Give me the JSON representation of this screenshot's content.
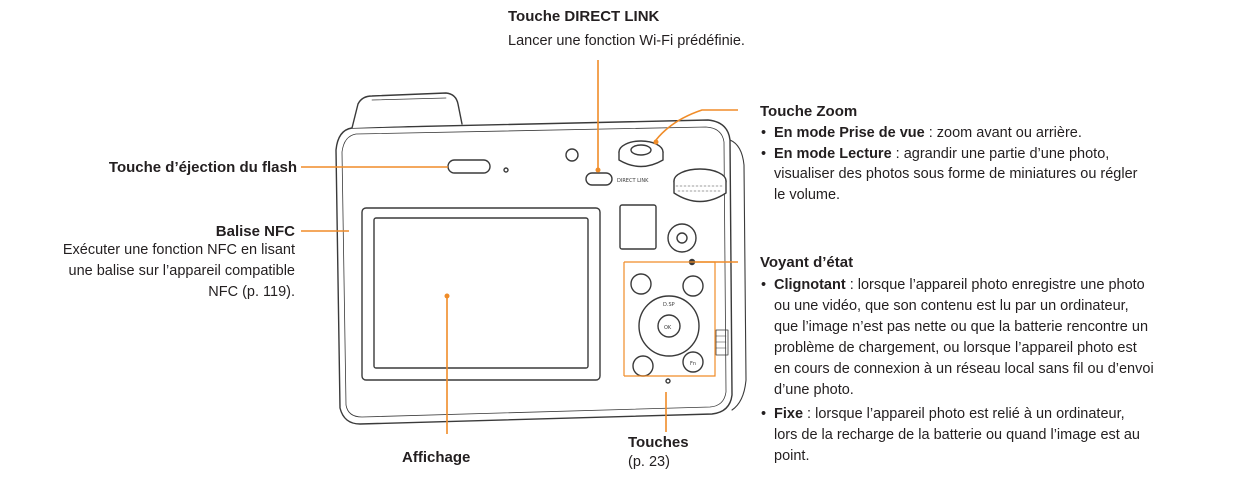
{
  "accent_color": "#f08c28",
  "callouts": {
    "direct_link": {
      "title": "Touche DIRECT LINK",
      "desc": "Lancer une fonction Wi-Fi prédéfinie."
    },
    "flash": {
      "title": "Touche d’éjection du flash"
    },
    "nfc": {
      "title": "Balise NFC",
      "lines": [
        "Exécuter une fonction NFC en lisant",
        "une balise sur l’appareil compatible",
        "NFC (p. 119)."
      ]
    },
    "display": {
      "title": "Affichage"
    },
    "buttons": {
      "title": "Touches",
      "ref": "(p. 23)"
    },
    "zoom": {
      "title": "Touche Zoom",
      "items": [
        {
          "bold": "En mode Prise de vue",
          "lines": [
            " : zoom avant ou arrière."
          ]
        },
        {
          "bold": "En mode Lecture",
          "lines": [
            " : agrandir une partie d’une photo,",
            "visualiser des photos sous forme de miniatures ou régler",
            "le volume."
          ]
        }
      ]
    },
    "status": {
      "title": "Voyant d’état",
      "items": [
        {
          "bold": "Clignotant",
          "lines": [
            " : lorsque l’appareil photo enregistre une photo",
            "ou une vidéo, que son contenu est lu par un ordinateur,",
            "que l’image n’est pas nette ou que la batterie rencontre un",
            "problème de chargement, ou lorsque l’appareil photo est",
            "en cours de connexion à un réseau local sans fil ou d’envoi",
            "d’une photo."
          ]
        },
        {
          "bold": "Fixe",
          "lines": [
            " : lorsque l’appareil photo est relié à un ordinateur,",
            "lors de la recharge de la batterie ou quand l’image est au",
            "point."
          ]
        }
      ]
    }
  },
  "camera_labels": {
    "direct_link_print": "DIRECT LINK"
  }
}
